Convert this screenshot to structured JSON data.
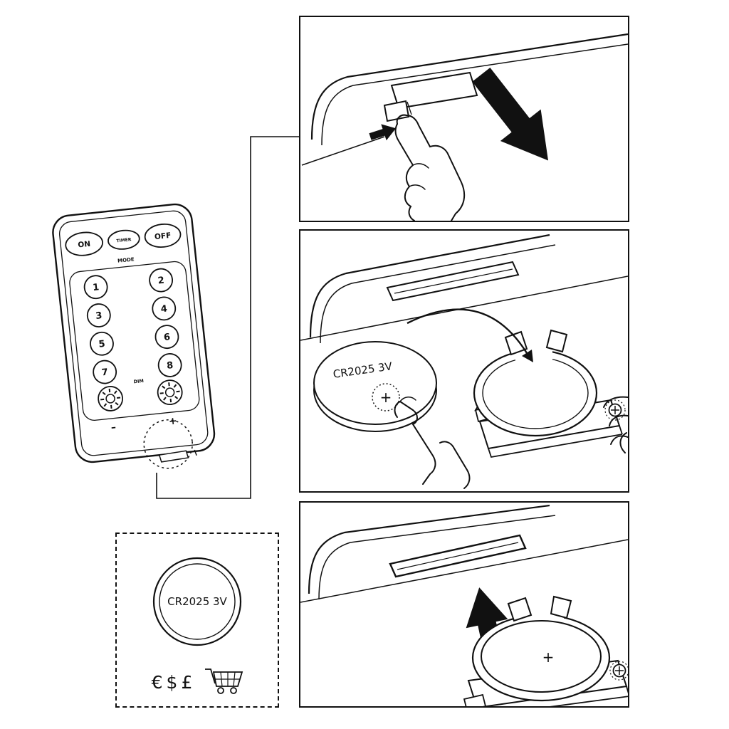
{
  "canvas": {
    "background": "#ffffff",
    "line_color": "#111111"
  },
  "remote": {
    "power_buttons": [
      {
        "label": "ON"
      },
      {
        "label": "TIMER"
      },
      {
        "label": "OFF"
      }
    ],
    "mode_label": "MODE",
    "number_buttons": [
      "1",
      "2",
      "3",
      "4",
      "5",
      "6",
      "7",
      "8"
    ],
    "dim_label": "DIM",
    "minus_label": "–",
    "plus_label": "+"
  },
  "steps": {
    "step2": {
      "battery_label": "CR2025 3V",
      "polarity": "+"
    },
    "step3": {
      "polarity": "+"
    }
  },
  "purchase_box": {
    "battery_label": "CR2025 3V",
    "currency_symbols": "€$£"
  }
}
